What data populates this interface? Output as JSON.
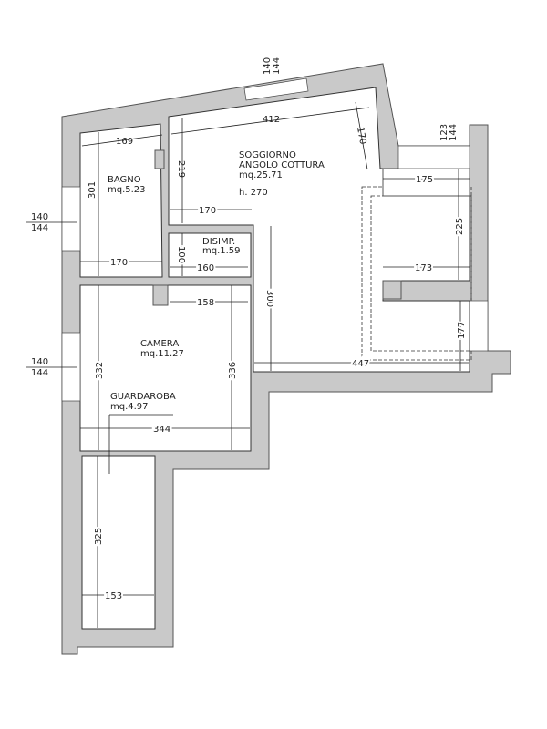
{
  "rooms": {
    "bagno": {
      "name": "BAGNO",
      "area": "mq.5.23"
    },
    "soggiorno": {
      "name": "SOGGIORNO",
      "name2": "ANGOLO COTTURA",
      "area": "mq.25.71",
      "height": "h. 270"
    },
    "disimp": {
      "name": "DISIMP.",
      "area": "mq.1.59"
    },
    "camera": {
      "name": "CAMERA",
      "area": "mq.11.27"
    },
    "guardaroba": {
      "name": "GUARDAROBA",
      "area": "mq.4.97"
    }
  },
  "dimensions": {
    "d169": "169",
    "d412": "412",
    "d170a": "170",
    "d219": "219",
    "d301": "301",
    "d170b": "170",
    "d170c": "170",
    "d100": "100",
    "d160": "160",
    "d175": "175",
    "d225": "225",
    "d173": "173",
    "d158": "158",
    "d300": "300",
    "d332": "332",
    "d336": "336",
    "d177": "177",
    "d447": "447",
    "d344": "344",
    "d325": "325",
    "d153": "153"
  },
  "windows": {
    "top": {
      "h1": "140",
      "h2": "144"
    },
    "right": {
      "h1": "123",
      "h2": "144"
    },
    "left1": {
      "h1": "140",
      "h2": "144"
    },
    "left2": {
      "h1": "140",
      "h2": "144"
    }
  }
}
